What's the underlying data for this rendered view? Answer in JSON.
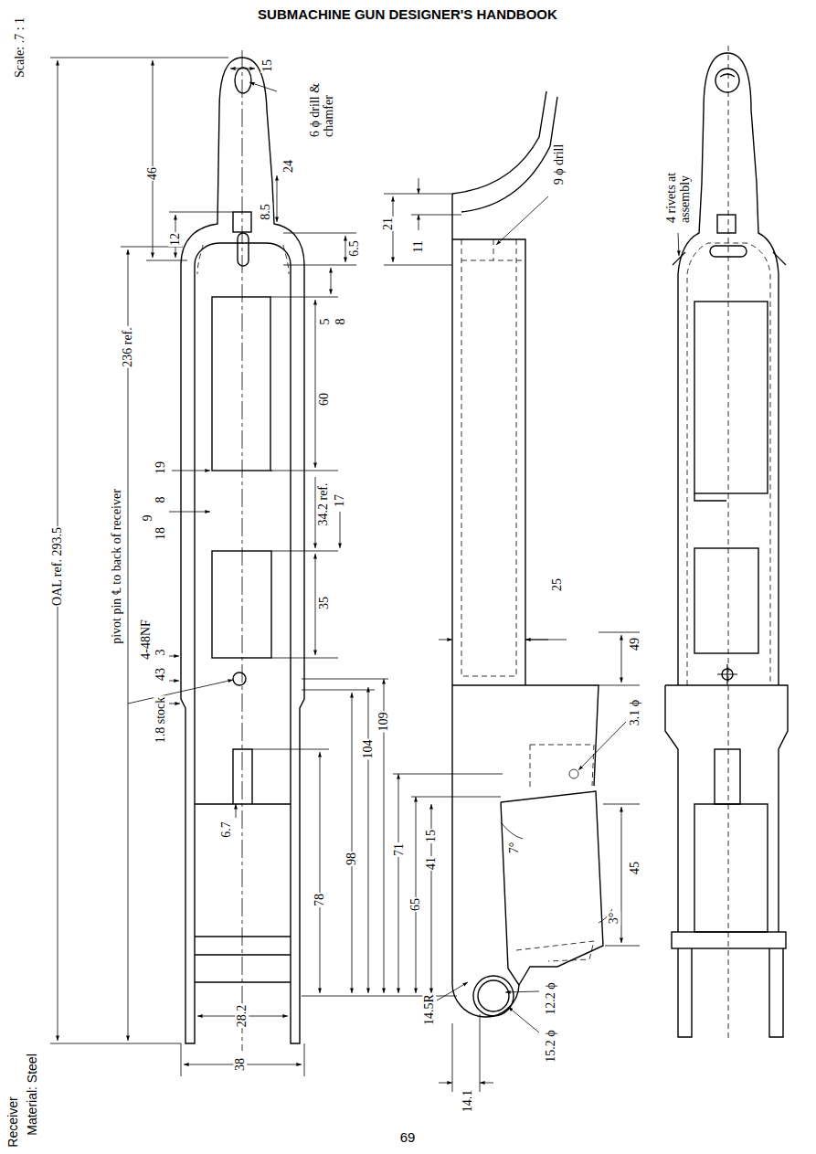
{
  "diagram": {
    "title": "SUBMACHINE GUN DESIGNER'S HANDBOOK",
    "labels": [
      "Scale: .7 : 1",
      "15",
      "6 ϕ drill & chamfer",
      "46",
      "24",
      "8.5",
      "12",
      "6.5",
      "5",
      "8",
      "236 ref.",
      "60",
      "19",
      "8",
      "9",
      "18",
      "34.2 ref.",
      "17",
      "pivot pin ℄ to back of receiver",
      "OAL ref. 293.5",
      "35",
      "4-48NF",
      "3",
      "43",
      "1.8 stock",
      "109",
      "104",
      "98",
      "71",
      "65",
      "6.7",
      "78",
      "41",
      "15",
      "28.2",
      "38",
      "21",
      "11",
      "9 ϕ drill",
      "25",
      "49",
      "3.1 ϕ",
      "7°",
      "3°",
      "45",
      "14.5R",
      "12.2 ϕ",
      "15.2 ϕ",
      "14.1",
      "4 rivets at assembly",
      "Receiver",
      "Material: Steel",
      "69"
    ]
  }
}
